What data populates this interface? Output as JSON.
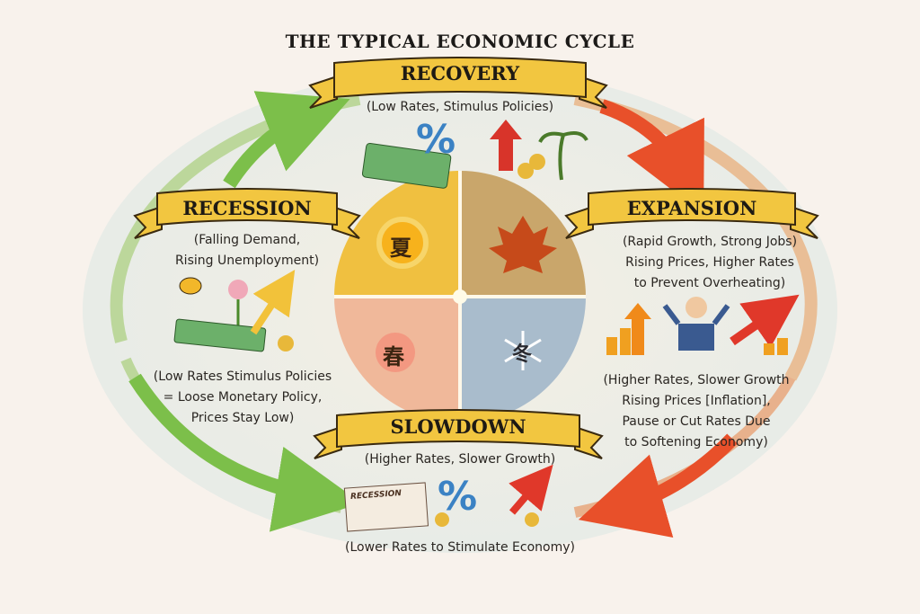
{
  "title": "THE TYPICAL ECONOMIC CYCLE",
  "phases": {
    "recovery": {
      "label": "RECOVERY",
      "lines": [
        "(Low Rates, Stimulus Policies)"
      ]
    },
    "expansion": {
      "label": "EXPANSION",
      "lines": [
        "(Rapid Growth, Strong Jobs)",
        "Rising Prices, Higher Rates",
        "to Prevent Overheating)"
      ],
      "lower_lines": [
        "(Higher Rates, Slower Growth",
        "Rising Prices [Inflation],",
        "Pause or Cut Rates Due",
        "to Softening Economy)"
      ]
    },
    "slowdown": {
      "label": "SLOWDOWN",
      "lines": [
        "(Higher Rates, Slower Growth)"
      ],
      "lower_lines": [
        "(Lower Rates to Stimulate Economy)"
      ],
      "newspaper": "RECESSION"
    },
    "recession": {
      "label": "RECESSION",
      "lines": [
        "(Falling Demand,",
        "Rising Unemployment)"
      ],
      "lower_lines": [
        "(Low Rates Stimulus Policies",
        "= Loose Monetary Policy,",
        "Prices Stay Low)"
      ]
    }
  },
  "seasons": {
    "summer": "夏",
    "spring": "春",
    "winter": "冬"
  },
  "symbols": {
    "percent": "%"
  },
  "colors": {
    "banner": "#f2c640",
    "green_arrow": "#7cbf4a",
    "red_arrow": "#e8502a",
    "ring_green": "#a8cf7a",
    "ring_orange": "#eaa060"
  }
}
